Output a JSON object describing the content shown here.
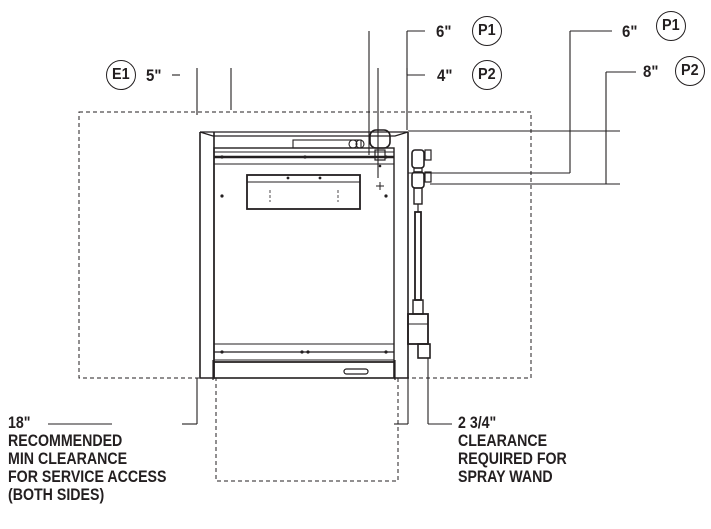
{
  "dimensions": {
    "p1_top": "6\"",
    "p1_right": "6\"",
    "e1": "5\"",
    "p2_top": "4\"",
    "p2_right": "8\""
  },
  "tags": {
    "e1": "E1",
    "p1_top": "P1",
    "p2_top": "P2",
    "p1_right": "P1",
    "p2_right": "P2"
  },
  "notes": {
    "left": [
      "18\"",
      "RECOMMENDED",
      "MIN CLEARANCE",
      "FOR SERVICE ACCESS",
      "(BOTH SIDES)"
    ],
    "right": [
      "2 3/4\"",
      "CLEARANCE",
      "REQUIRED FOR",
      "SPRAY WAND"
    ]
  },
  "colors": {
    "line": "#231f20",
    "background": "#ffffff"
  }
}
